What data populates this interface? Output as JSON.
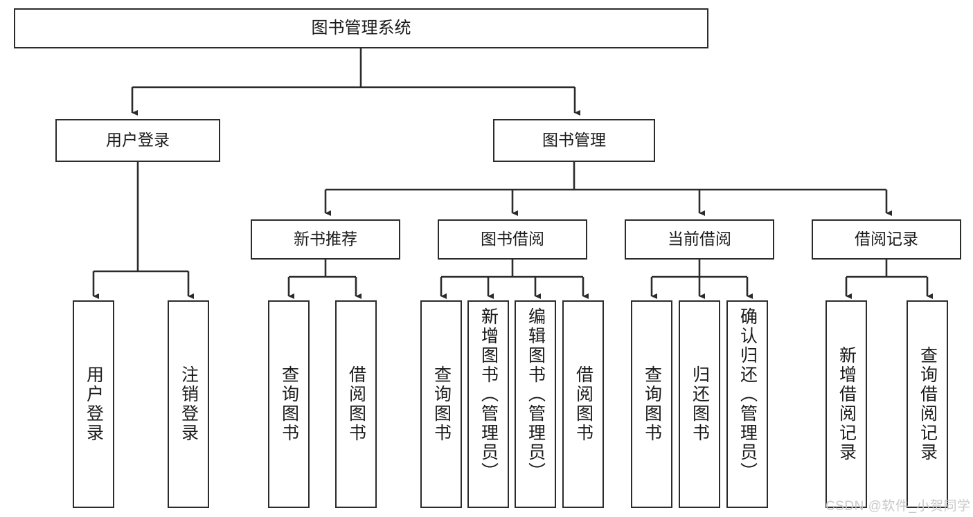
{
  "diagram": {
    "title": "图书管理系统",
    "type": "tree",
    "background": "#ffffff",
    "line_color": "#2b2b2b",
    "box_border_color": "#2b2b2b",
    "text_color": "#1a1a1a"
  },
  "watermark": {
    "text": "CSDN @软件_小贺同学",
    "color": "#c9c9c9"
  },
  "nodes": {
    "root": {
      "label": "图书管理系统"
    },
    "level2": [
      {
        "id": "user-login",
        "label": "用户登录"
      },
      {
        "id": "book-manage",
        "label": "图书管理"
      }
    ],
    "level3": [
      {
        "id": "new-book-recommend",
        "label": "新书推荐"
      },
      {
        "id": "book-borrow",
        "label": "图书借阅"
      },
      {
        "id": "current-borrow",
        "label": "当前借阅"
      },
      {
        "id": "borrow-record",
        "label": "借阅记录"
      }
    ],
    "leaves": {
      "user_login": [
        {
          "id": "leaf-user-login",
          "label": "用户登录"
        },
        {
          "id": "leaf-logout-login",
          "label": "注销登录"
        }
      ],
      "new_book_recommend": [
        {
          "id": "leaf-query-book-1",
          "label": "查询图书"
        },
        {
          "id": "leaf-borrow-book-1",
          "label": "借阅图书"
        }
      ],
      "book_borrow": [
        {
          "id": "leaf-query-book-2",
          "label": "查询图书"
        },
        {
          "id": "leaf-add-book",
          "label": "新增图书（管理员）"
        },
        {
          "id": "leaf-edit-book",
          "label": "编辑图书（管理员）"
        },
        {
          "id": "leaf-borrow-book-2",
          "label": "借阅图书"
        }
      ],
      "current_borrow": [
        {
          "id": "leaf-query-book-3",
          "label": "查询图书"
        },
        {
          "id": "leaf-return-book",
          "label": "归还图书"
        },
        {
          "id": "leaf-confirm-return",
          "label": "确认归还（管理员）"
        }
      ],
      "borrow_record": [
        {
          "id": "leaf-add-record",
          "label": "新增借阅记录"
        },
        {
          "id": "leaf-query-record",
          "label": "查询借阅记录"
        }
      ]
    }
  }
}
